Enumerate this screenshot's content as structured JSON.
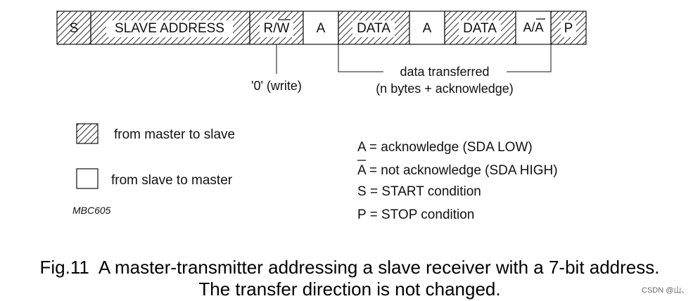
{
  "frame": {
    "fields": [
      {
        "label": "S",
        "hatched": true
      },
      {
        "label": "SLAVE ADDRESS",
        "hatched": true
      },
      {
        "label": "R/W",
        "hatched": true,
        "overline": "W"
      },
      {
        "label": "A",
        "hatched": false
      },
      {
        "label": "DATA",
        "hatched": true
      },
      {
        "label": "A",
        "hatched": false
      },
      {
        "label": "DATA",
        "hatched": true
      },
      {
        "label": "A/A",
        "hatched": false,
        "overline": "A"
      },
      {
        "label": "P",
        "hatched": true
      }
    ]
  },
  "annotations": {
    "rw_note": "'0' (write)",
    "data_transferred": "data transferred",
    "data_detail": "(n bytes + acknowledge)"
  },
  "legend": {
    "master_to_slave": "from master to slave",
    "slave_to_master": "from slave to master",
    "ref": "MBC605"
  },
  "definitions": [
    {
      "text": "A = acknowledge (SDA LOW)",
      "overline": false
    },
    {
      "text": "A = not acknowledge (SDA HIGH)",
      "overline": true
    },
    {
      "text": "S = START condition",
      "overline": false
    },
    {
      "text": "P = STOP condition",
      "overline": false
    }
  ],
  "caption": {
    "line1": "Fig.11  A master-transmitter addressing a slave receiver with a 7-bit address.",
    "line2": "The transfer direction is not changed."
  },
  "watermark": "CSDN @山、"
}
